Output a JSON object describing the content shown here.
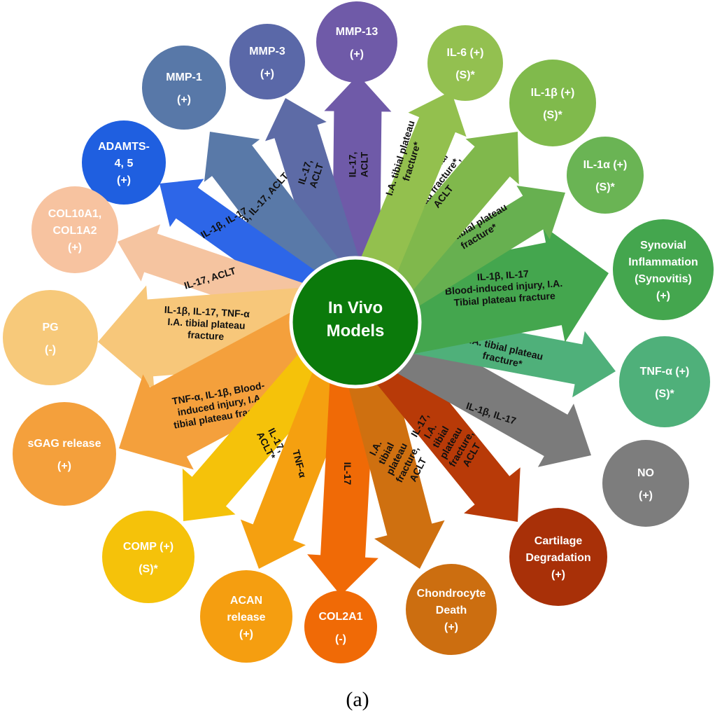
{
  "center": {
    "label_line1": "In Vivo",
    "label_line2": "Models",
    "color": "#0b7a0b"
  },
  "arrows": [
    {
      "id": "mmp13",
      "color": "#6f5aa8",
      "label": [
        "IL-17,",
        "ACLT"
      ],
      "target": {
        "lines": [
          "MMP-13",
          "(+)"
        ],
        "color": "#6f5aa8"
      }
    },
    {
      "id": "mmp3",
      "color": "#5d6ba6",
      "label": [
        "IL-17,",
        "ACLT"
      ],
      "target": {
        "lines": [
          "MMP-3",
          "(+)"
        ],
        "color": "#5a68a8"
      }
    },
    {
      "id": "mmp1",
      "color": "#5979a8",
      "label": [
        "IL-1β, IL-17, ACLT"
      ],
      "target": {
        "lines": [
          "MMP-1",
          "(+)"
        ],
        "color": "#5878a8"
      }
    },
    {
      "id": "adamts",
      "color": "#2d66e8",
      "label": [
        "IL-1β, IL-17"
      ],
      "target": {
        "lines": [
          "ADAMTS-",
          "4, 5",
          "(+)"
        ],
        "color": "#1f5fe0"
      }
    },
    {
      "id": "col10",
      "color": "#f5c4a0",
      "label": [
        "IL-17, ACLT"
      ],
      "target": {
        "lines": [
          "COL10A1,",
          "COL1A2",
          "(+)"
        ],
        "color": "#f7c3a0"
      }
    },
    {
      "id": "pg",
      "color": "#f7c77a",
      "label": [
        "IL-1β, IL-17, TNF-α",
        "I.A. tibial plateau",
        "fracture"
      ],
      "target": {
        "lines": [
          "PG",
          "(-)"
        ],
        "color": "#f7c97a"
      }
    },
    {
      "id": "sgag",
      "color": "#f4a03c",
      "label": [
        "TNF-α, IL-1β, Blood-",
        "induced injury, I.A.",
        "tibial plateau fracture"
      ],
      "target": {
        "lines": [
          "sGAG release",
          "(+)"
        ],
        "color": "#f4a03c"
      }
    },
    {
      "id": "comp",
      "color": "#f5c20a",
      "label": [
        "IL-17,",
        "ACLT*"
      ],
      "target": {
        "lines": [
          "COMP  (+)",
          "(S)*"
        ],
        "color": "#f5c20a"
      }
    },
    {
      "id": "acan",
      "color": "#f5a010",
      "label": [
        "TNF-α"
      ],
      "target": {
        "lines": [
          "ACAN",
          "release",
          "(+)"
        ],
        "color": "#f59e10"
      }
    },
    {
      "id": "col2",
      "color": "#f06a06",
      "label": [
        "IL-17"
      ],
      "target": {
        "lines": [
          "COL2A1",
          "(-)"
        ],
        "color": "#f06a06"
      }
    },
    {
      "id": "chondro",
      "color": "#cf7010",
      "label": [
        "I.A.",
        "tibial",
        "plateau",
        "fracture,",
        "ACLT"
      ],
      "target": {
        "lines": [
          "Chondrocyte",
          "Death",
          "(+)"
        ],
        "color": "#cc6e10"
      }
    },
    {
      "id": "cartilage",
      "color": "#b83a08",
      "label": [
        "IL-17,",
        "I.A.",
        "tibial",
        "plateau",
        "fracture,",
        "ACLT"
      ],
      "target": {
        "lines": [
          "Cartilage",
          "Degradation",
          "(+)"
        ],
        "color": "#a83008"
      }
    },
    {
      "id": "no",
      "color": "#7b7b7b",
      "label": [
        "IL-1β, IL-17"
      ],
      "target": {
        "lines": [
          "NO",
          "(+)"
        ],
        "color": "#7d7d7d"
      }
    },
    {
      "id": "tnfa",
      "color": "#4fb07a",
      "label": [
        "I.A. tibial plateau",
        "fracture*"
      ],
      "target": {
        "lines": [
          "TNF-α (+)",
          "(S)*"
        ],
        "color": "#4fb07a"
      }
    },
    {
      "id": "synovitis",
      "color": "#44a64e",
      "label": [
        "IL-1β, IL-17",
        "Blood-induced injury, I.A.",
        "Tibial plateau fracture"
      ],
      "target": {
        "lines": [
          "Synovial",
          "Inflammation",
          "(Synovitis)",
          "(+)"
        ],
        "color": "#44a64e"
      }
    },
    {
      "id": "il1a",
      "color": "#67b050",
      "label": [
        "I.A. tibial plateau",
        "fracture*"
      ],
      "target": {
        "lines": [
          "IL-1α (+)",
          "(S)*"
        ],
        "color": "#6ab454"
      }
    },
    {
      "id": "il1b",
      "color": "#80b84c",
      "label": [
        "IL-17, I.A. tibial",
        "plateau fracture*,",
        "ACLT"
      ],
      "target": {
        "lines": [
          "IL-1β (+)",
          "(S)*"
        ],
        "color": "#80ba4c"
      }
    },
    {
      "id": "il6",
      "color": "#93c04e",
      "label": [
        "I.A. tibial plateau",
        "fracture*"
      ],
      "target": {
        "lines": [
          "IL-6 (+)",
          "(S)*"
        ],
        "color": "#93c050"
      }
    }
  ],
  "caption": "(a)"
}
